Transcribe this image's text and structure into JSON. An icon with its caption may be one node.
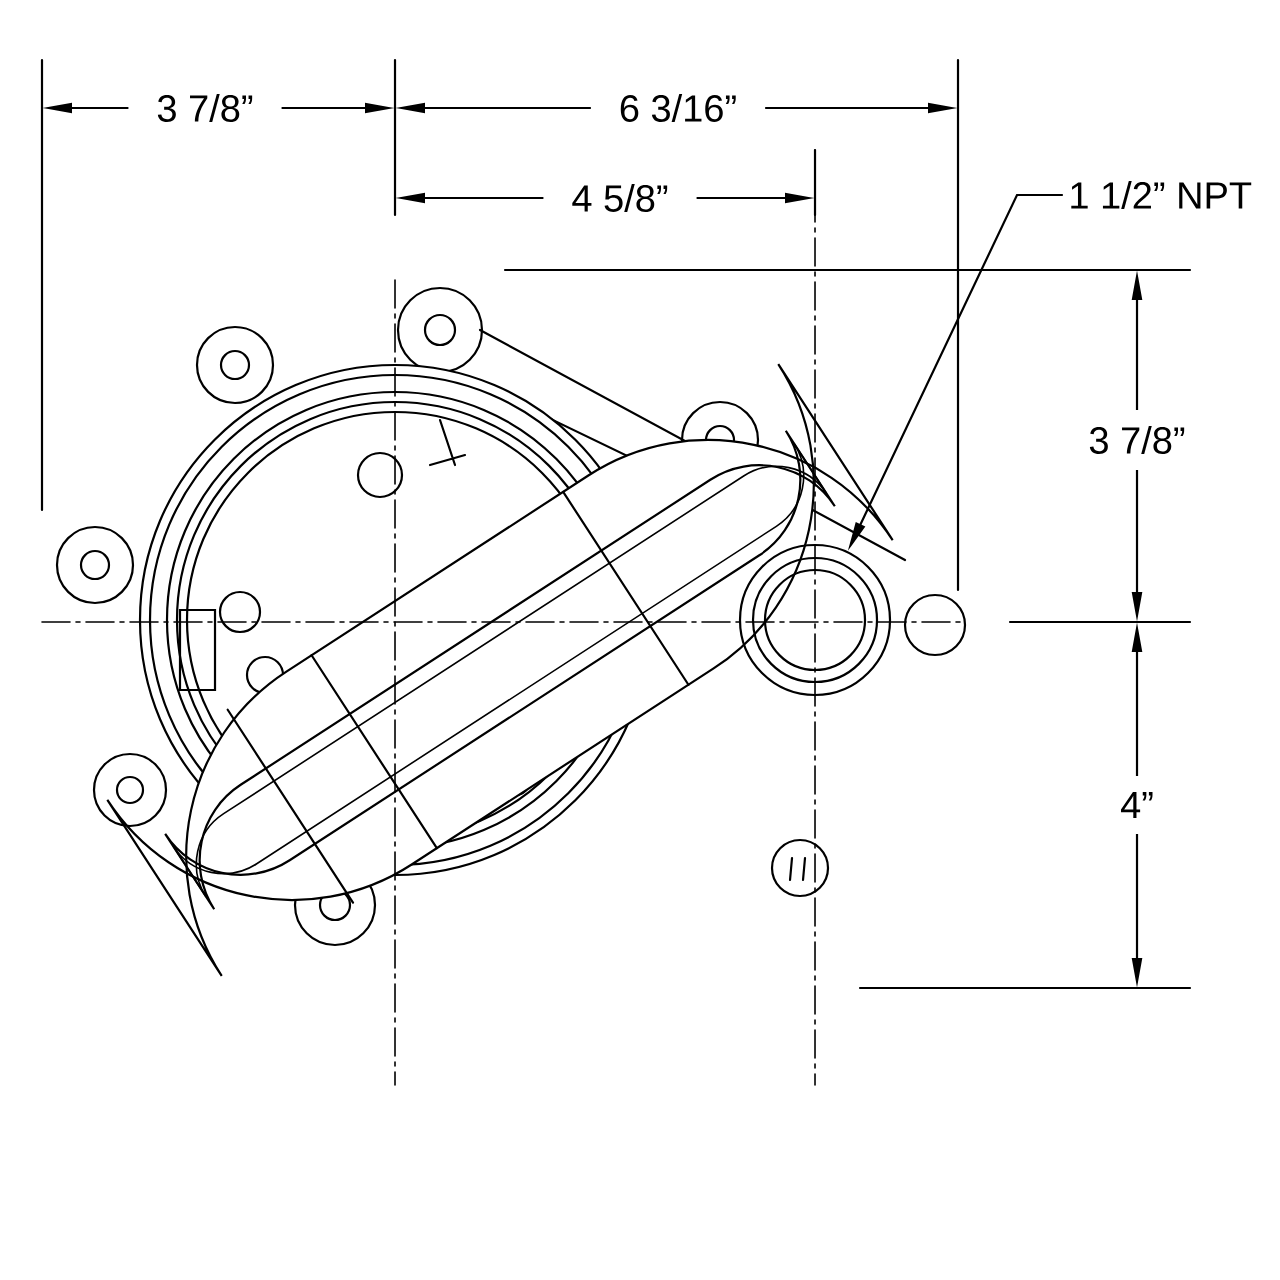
{
  "diagram": {
    "nodes": [
      {
        "text": [
          "1 1/2” NPT"
        ]
      },
      {
        "text": [],
        "shape": "circle"
      }
    ],
    "edges": [
      {
        "from": 0,
        "to": 1,
        "arrow": "to"
      }
    ],
    "labels": [
      "3 7/8”",
      "6 3/16”",
      "4 5/8”",
      "3 7/8”",
      "4”"
    ]
  }
}
